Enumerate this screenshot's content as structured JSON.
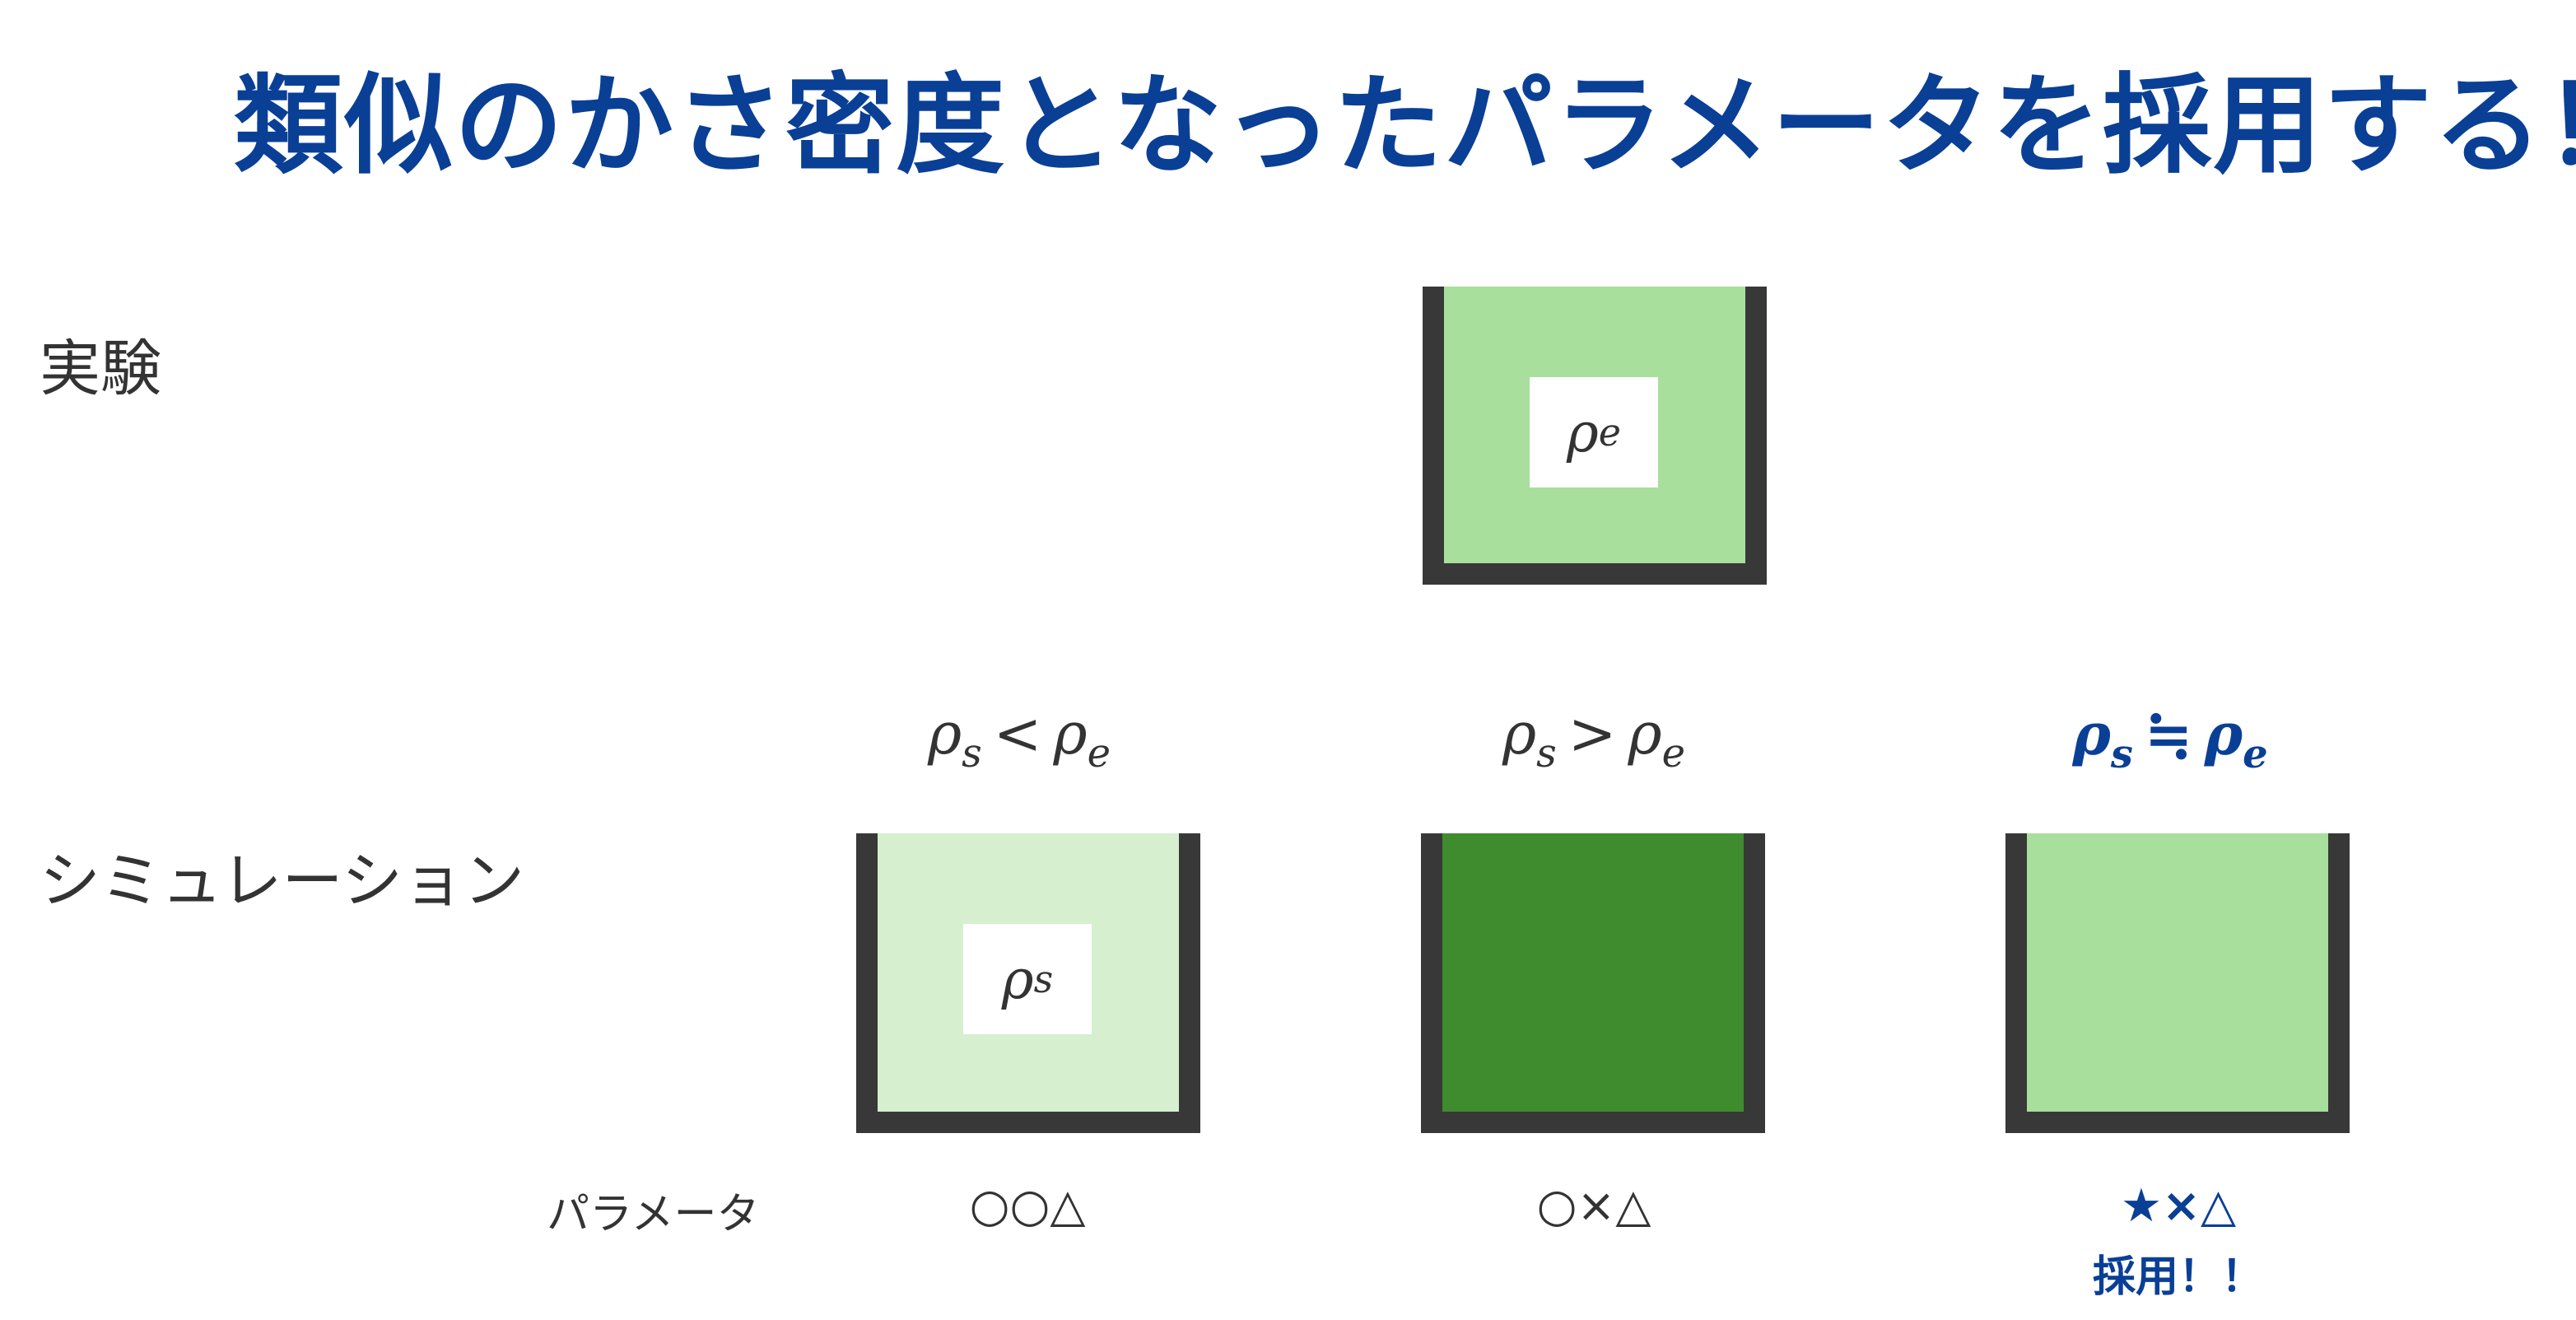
{
  "title": "類似のかさ密度となったパラメータを採用する！",
  "rows": {
    "experiment_label": "実験",
    "simulation_label": "シミュレーション"
  },
  "experiment": {
    "density_symbol": "ρ",
    "density_subscript": "e",
    "fill_color": "#a8df9d"
  },
  "simulations": [
    {
      "relation": {
        "left": "ρ",
        "left_sub": "s",
        "op": "<",
        "right": "ρ",
        "right_sub": "e"
      },
      "fill_color": "#d5efcf",
      "density_symbol": "ρ",
      "density_subscript": "s",
      "parameters": "○○△"
    },
    {
      "relation": {
        "left": "ρ",
        "left_sub": "s",
        "op": ">",
        "right": "ρ",
        "right_sub": "e"
      },
      "fill_color": "#3e8c2e",
      "parameters": "○×△"
    },
    {
      "relation": {
        "left": "ρ",
        "left_sub": "s",
        "op": "≒",
        "right": "ρ",
        "right_sub": "e"
      },
      "fill_color": "#a8df9d",
      "parameters": "★×△",
      "note": "採用！！"
    }
  ],
  "parameter_label": "パラメータ",
  "colors": {
    "title": "#0a3f96",
    "container_wall": "#383838",
    "text": "#333333",
    "highlight": "#0a3f96"
  }
}
